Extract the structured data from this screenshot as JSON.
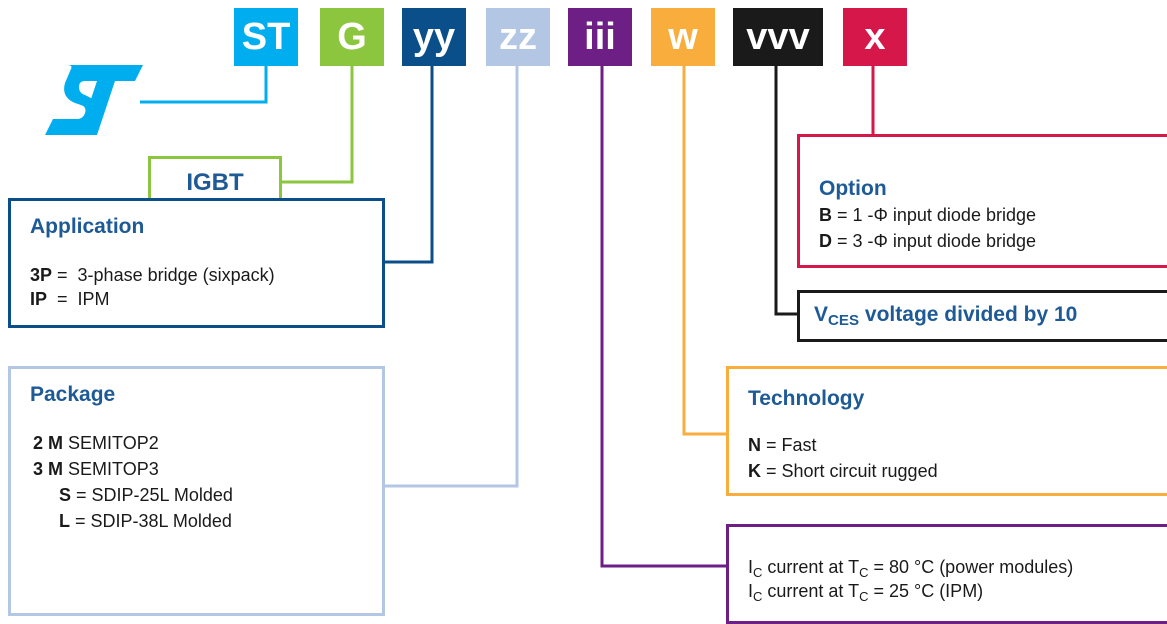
{
  "code": [
    {
      "label": "ST",
      "color": "#00aeef"
    },
    {
      "label": "G",
      "color": "#8cc63f"
    },
    {
      "label": "yy",
      "color": "#0b4f8a"
    },
    {
      "label": "zz",
      "color": "#b3c6e3"
    },
    {
      "label": "iii",
      "color": "#6e1f86"
    },
    {
      "label": "w",
      "color": "#f9ad3c"
    },
    {
      "label": "vvv",
      "color": "#1a1a1a"
    },
    {
      "label": "x",
      "color": "#d6174a"
    }
  ],
  "logo": {
    "icon": "st-logo-icon",
    "color": "#00aeef"
  },
  "igbt": {
    "label": "IGBT",
    "color": "#8cc63f"
  },
  "application": {
    "title": "Application",
    "items": [
      {
        "key": "3P",
        "text": " =  3-phase bridge (sixpack)"
      },
      {
        "key": "IP",
        "text": "  =  IPM"
      }
    ]
  },
  "package": {
    "title": "Package",
    "items": [
      {
        "key": "2 M",
        "text": " SEMITOP2"
      },
      {
        "key": "3 M",
        "text": " SEMITOP3"
      },
      {
        "key": "S",
        "text": " = SDIP-25L Molded"
      },
      {
        "key": "L",
        "text": " = SDIP-38L Molded"
      }
    ]
  },
  "option": {
    "title": "Option",
    "items": [
      {
        "key": "B",
        "text": " = 1 -Φ input diode bridge"
      },
      {
        "key": "D",
        "text": " = 3 -Φ input diode bridge"
      }
    ]
  },
  "voltage": {
    "prefix": "V",
    "sub": "CES",
    "rest": " voltage divided by 10"
  },
  "technology": {
    "title": "Technology",
    "items": [
      {
        "key": "N",
        "text": " = Fast"
      },
      {
        "key": "K",
        "text": " = Short circuit rugged"
      }
    ]
  },
  "current": {
    "lines": [
      {
        "i": "I",
        "isub": "C",
        "mid": " current at T",
        "tsub": "C",
        "rest": " = 80 °C (power modules)"
      },
      {
        "i": "I",
        "isub": "C",
        "mid": " current at T",
        "tsub": "C",
        "rest": " = 25 °C (IPM)"
      }
    ]
  }
}
